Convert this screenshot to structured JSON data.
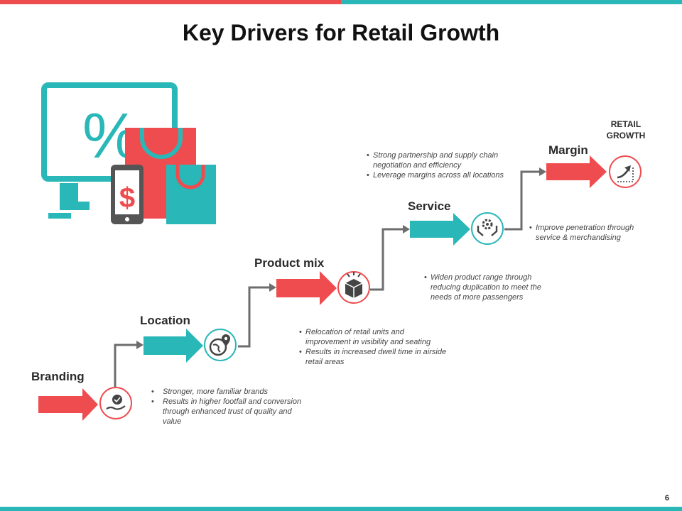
{
  "title": "Key Drivers for Retail Growth",
  "page_number": "6",
  "hero_illustration": {
    "percent_symbol": "%",
    "dollar_symbol": "$"
  },
  "colors": {
    "red": "#ef4c4f",
    "teal": "#2ab7b8",
    "gray": "#6d6d6d",
    "text": "#2b2b2b"
  },
  "stages": [
    {
      "label": "Branding",
      "icon": "handshake-badge-icon",
      "bullets": [
        "Stronger, more familiar brands",
        "Results in higher footfall and conversion through enhanced trust of quality and value"
      ]
    },
    {
      "label": "Location",
      "icon": "globe-pin-icon",
      "bullets": [
        "Relocation of retail units and improvement in visibility and seating",
        "Results in increased dwell time in airside retail areas"
      ]
    },
    {
      "label": "Product mix",
      "icon": "box-icon",
      "bullets": [
        "Widen product range through reducing duplication to meet the needs of more passengers"
      ]
    },
    {
      "label": "Service",
      "icon": "hands-gear-icon",
      "bullets": [
        "Improve penetration through service & merchandising"
      ]
    },
    {
      "label": "Margin",
      "icon": "growth-arrow-icon",
      "bullets": [
        "Strong partnership and supply chain negotiation and efficiency",
        "Leverage margins across all locations"
      ]
    }
  ],
  "retail_growth_label_line1": "RETAIL",
  "retail_growth_label_line2": "GROWTH"
}
